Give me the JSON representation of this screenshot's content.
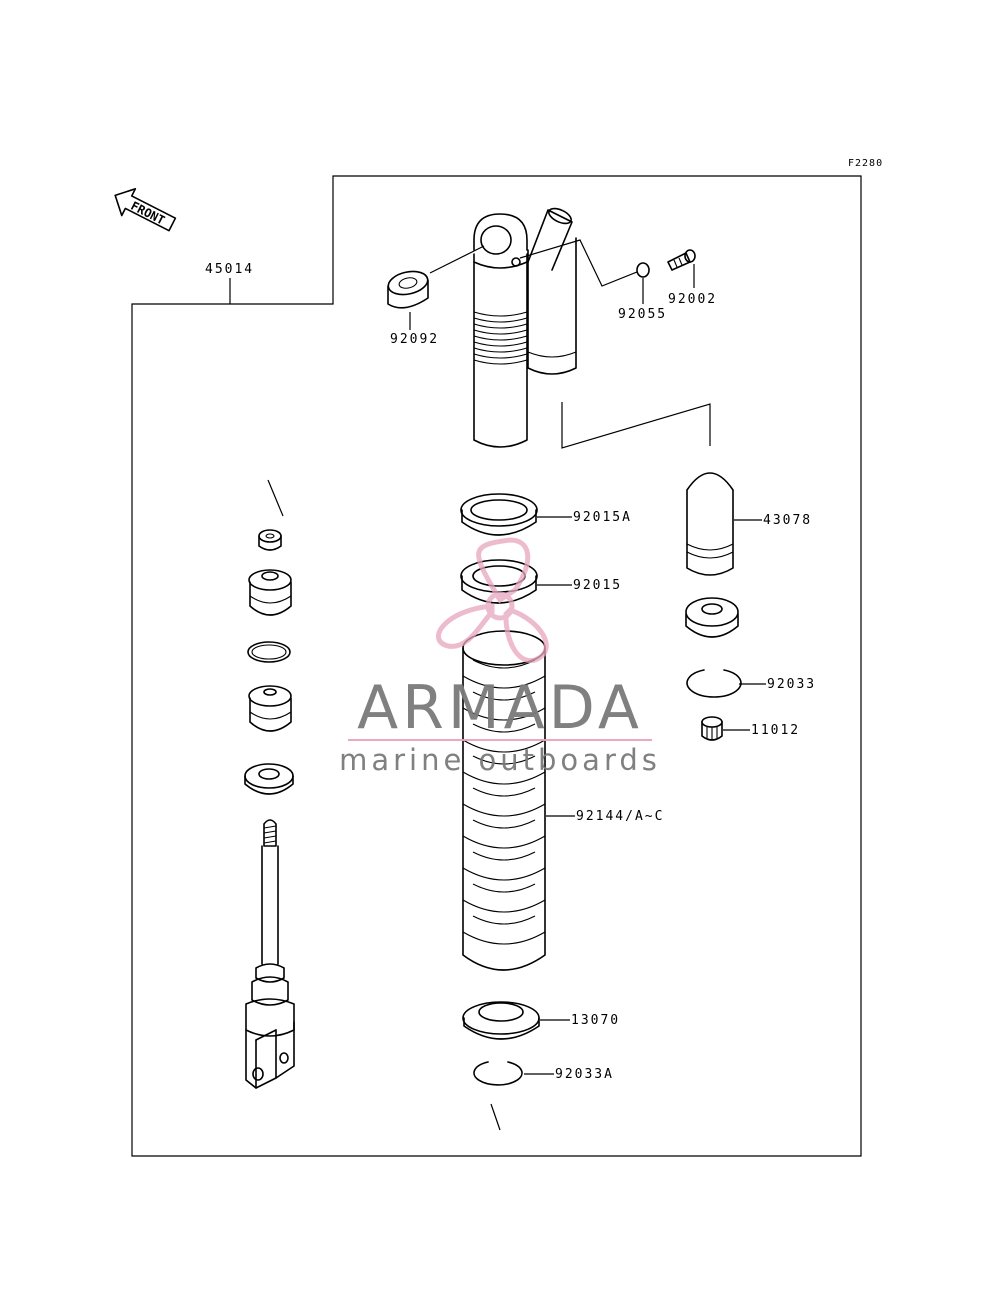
{
  "diagram_code": "F2280",
  "front_label": "FRONT",
  "parts": {
    "assembly": "45014",
    "collar": "92092",
    "o_ring_top": "92055",
    "valve": "92002",
    "nut_a": "92015A",
    "nut": "92015",
    "bumper": "43078",
    "circlip": "92033",
    "bushing": "11012",
    "spring": "92144/A~C",
    "spring_seat": "13070",
    "circlip_a": "92033A"
  },
  "watermark": {
    "title": "ARMADA",
    "subtitle": "marine outboards",
    "title_color": "#7a7a7a",
    "accent_color": "#e8a6be"
  }
}
